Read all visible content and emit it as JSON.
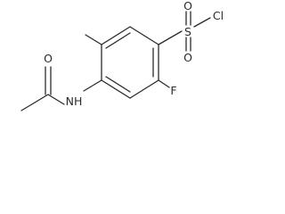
{
  "molecule": {
    "atoms": {
      "oxygen_carbonyl": "O",
      "nitrogen": "NH",
      "fluorine": "F",
      "sulfur": "S",
      "oxygen_top": "O",
      "oxygen_bottom": "O",
      "chlorine": "Cl"
    }
  }
}
